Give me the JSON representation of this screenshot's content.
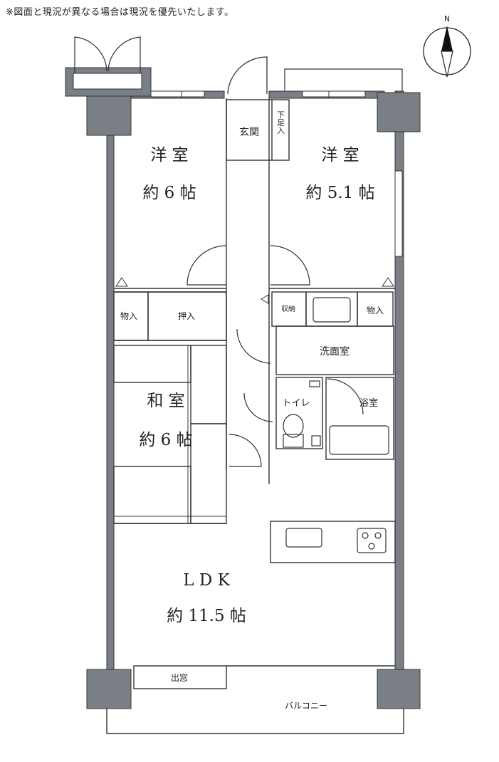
{
  "note": "※図面と現況が異なる場合は現況を優先いたします。",
  "compass": {
    "label": "N"
  },
  "rooms": {
    "western_room_1": {
      "name": "洋 室",
      "size": "約 6 帖"
    },
    "western_room_2": {
      "name": "洋 室",
      "size": "約 5.1 帖"
    },
    "japanese_room": {
      "name": "和 室",
      "size": "約 6 帖"
    },
    "ldk": {
      "name": "L D K",
      "size": "約 11.5 帖"
    }
  },
  "labels": {
    "entrance": "玄関",
    "shoe_storage": "下足入",
    "storage_left": "物入",
    "closet": "押入",
    "storage_small": "収納",
    "storage_right": "物入",
    "washroom": "洗面室",
    "toilet": "トイレ",
    "bathroom": "浴室",
    "bay_window": "出窓",
    "balcony": "バルコニー"
  }
}
